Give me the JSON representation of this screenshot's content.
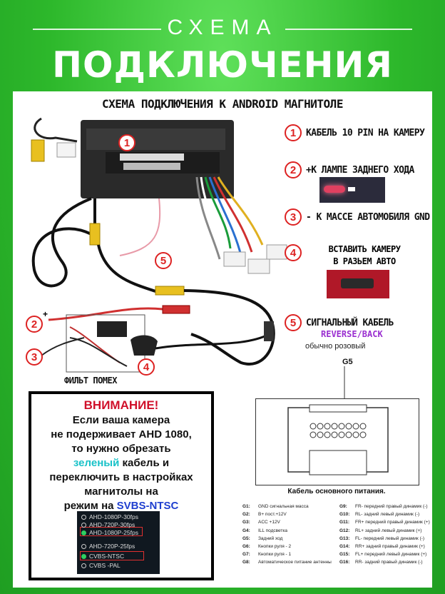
{
  "header": {
    "title_line1": "СХЕМА",
    "title_line2": "ПОДКЛЮЧЕНИЯ"
  },
  "diagram": {
    "subtitle": "СХЕМА ПОДКЛЮЧЕНИЯ К ANDROID МАГНИТОЛЕ",
    "markers": [
      "1",
      "2",
      "3",
      "4",
      "5"
    ],
    "plus_sign": "+",
    "filter_label": "ФИЛЬТ ПОМЕХ"
  },
  "legend": [
    {
      "num": "1",
      "text": "КАБЕЛЬ 10 PIN НА КАМЕРУ"
    },
    {
      "num": "2",
      "text": "+К ЛАМПЕ ЗАДНЕГО ХОДА"
    },
    {
      "num": "3",
      "text": "- К МАССЕ АВТОМОБИЛЯ GND"
    },
    {
      "num": "4",
      "line1": "ВСТАВИТЬ КАМЕРУ",
      "line2": "В РАЗЬЕМ АВТО"
    },
    {
      "num": "5",
      "text": "СИГНАЛЬНЫЙ КАБЕЛЬ",
      "signal": "REVERSE/BACK",
      "note": "обычно розовый"
    }
  ],
  "connector": {
    "pin_label": "G5",
    "title": "Кабель основного питания.",
    "pins_left": [
      {
        "pin": "G1:",
        "desc": "GND сигнальная масса"
      },
      {
        "pin": "G2:",
        "desc": "B+ пост.+12V"
      },
      {
        "pin": "G3:",
        "desc": "ACC +12V"
      },
      {
        "pin": "G4:",
        "desc": "ILL подсветка"
      },
      {
        "pin": "G5:",
        "desc": "Задний ход"
      },
      {
        "pin": "G6:",
        "desc": "Кнопки руля - 2"
      },
      {
        "pin": "G7:",
        "desc": "Кнопки руля - 1"
      },
      {
        "pin": "G8:",
        "desc": "Автоматическое питание антенны"
      }
    ],
    "pins_right": [
      {
        "pin": "G9:",
        "desc": "FR- передний правый динамик (-)"
      },
      {
        "pin": "G10:",
        "desc": "RL- задний левый динамик (-)"
      },
      {
        "pin": "G11:",
        "desc": "FR+ передний правый динамик (+)"
      },
      {
        "pin": "G12:",
        "desc": "RL+ задний левый динамик (+)"
      },
      {
        "pin": "G13:",
        "desc": "FL- передний левый динамик (-)"
      },
      {
        "pin": "G14:",
        "desc": "RR+ задний правый динамик (+)"
      },
      {
        "pin": "G15:",
        "desc": "FL+ передний левый динамик (+)"
      },
      {
        "pin": "G16:",
        "desc": "RR- задний правый динамик (-)"
      }
    ]
  },
  "warning": {
    "title": "ВНИМАНИЕ!",
    "lines": [
      "Если ваша камера",
      "не подерживает AHD 1080,",
      "то нужно обрезать",
      "переключить в настройках",
      "магнитолы на"
    ],
    "green_word": "зеленый",
    "line4_rest": "кабель и",
    "line7": "режим на",
    "mode": "SVBS-NTSC"
  },
  "menu": [
    "AHD-1080P-30fps",
    "AHD-720P-30fps",
    "AHD-1080P-25fps",
    "AHD-720P-25fps",
    "CVBS-NTSC",
    "CVBS -PAL"
  ]
}
